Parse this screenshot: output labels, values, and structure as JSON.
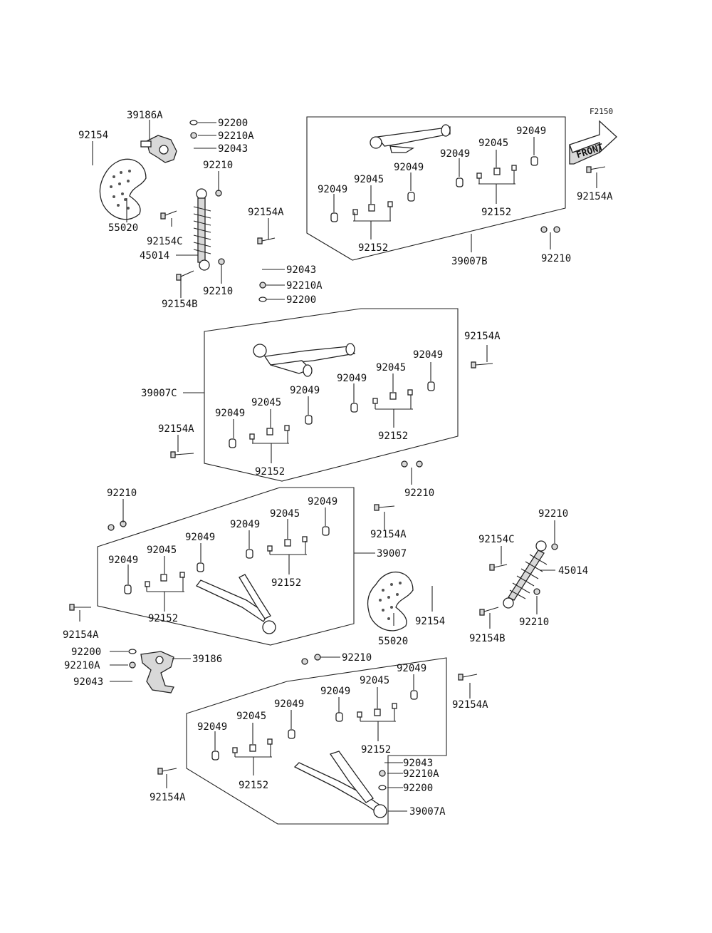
{
  "figure_id": "F2150",
  "front_label": "FRONT",
  "labels": {
    "l01": "39186A",
    "l02": "92200",
    "l03": "92210A",
    "l04": "92043",
    "l05": "92154",
    "l06": "92210",
    "l07": "55020",
    "l08": "92154C",
    "l09": "45014",
    "l10": "92154B",
    "l11": "92210",
    "l12": "92154A",
    "l13": "92043",
    "l14": "92210A",
    "l15": "92200",
    "l16": "92049",
    "l17": "92049",
    "l18": "92045",
    "l19": "92049",
    "l20": "92045",
    "l21": "92049",
    "l22": "92152",
    "l23": "92152",
    "l24": "39007B",
    "l25": "92154A",
    "l26": "92210",
    "l27": "92154A",
    "l28": "92049",
    "l29": "92045",
    "l30": "92049",
    "l31": "92049",
    "l32": "92045",
    "l33": "92049",
    "l34": "39007C",
    "l35": "92152",
    "l36": "92152",
    "l37": "92154A",
    "l38": "92210",
    "l39": "92210",
    "l40": "92049",
    "l41": "92045",
    "l42": "92049",
    "l43": "92049",
    "l44": "92045",
    "l45": "92049",
    "l46": "39007",
    "l47": "92152",
    "l48": "92152",
    "l49": "92154A",
    "l50": "92154A",
    "l51": "92210",
    "l52": "92154C",
    "l53": "45014",
    "l54": "92154",
    "l55": "55020",
    "l56": "92154B",
    "l57": "92210",
    "l58": "92200",
    "l59": "92210A",
    "l60": "92043",
    "l61": "39186",
    "l62": "92210",
    "l63": "92049",
    "l64": "92045",
    "l65": "92049",
    "l66": "92049",
    "l67": "92045",
    "l68": "92049",
    "l69": "92152",
    "l70": "92152",
    "l71": "92154A",
    "l72": "92154A",
    "l73": "92043",
    "l74": "92210A",
    "l75": "92200",
    "l76": "39007A"
  }
}
